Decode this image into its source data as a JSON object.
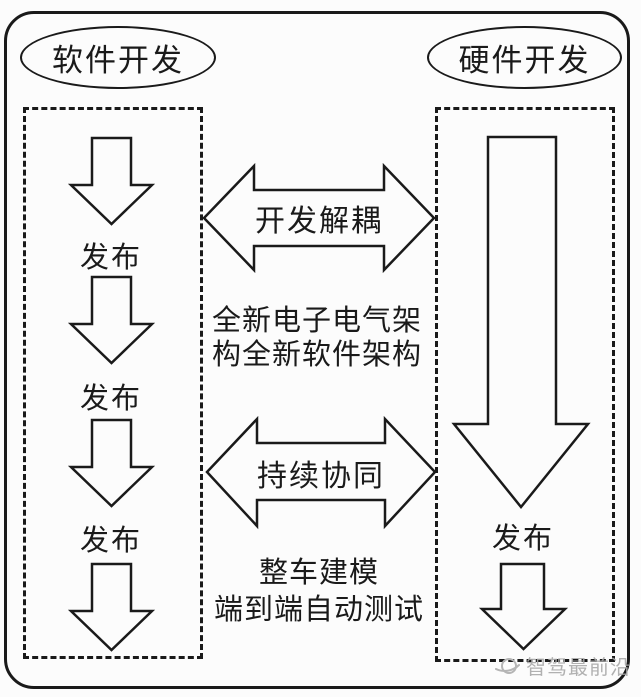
{
  "diagram": {
    "nodes": {
      "software": {
        "label": "软件开发"
      },
      "hardware": {
        "label": "硬件开发"
      }
    },
    "release_label": "发布",
    "connectors": {
      "decouple": {
        "label": "开发解耦"
      },
      "collaborate": {
        "label": "持续协同"
      }
    },
    "annotations": {
      "architecture": {
        "line1": "全新电子电气架",
        "line2": "构全新软件架构"
      },
      "testing": {
        "line1": "整车建模",
        "line2": "端到端自动测试"
      }
    },
    "colors": {
      "stroke": "#1a1a1a",
      "background": "#fcfcfc",
      "watermark": "#a9a9a9"
    }
  },
  "watermark": {
    "logo_icon": "swoosh-logo-icon",
    "text": "智驾最前沿"
  }
}
